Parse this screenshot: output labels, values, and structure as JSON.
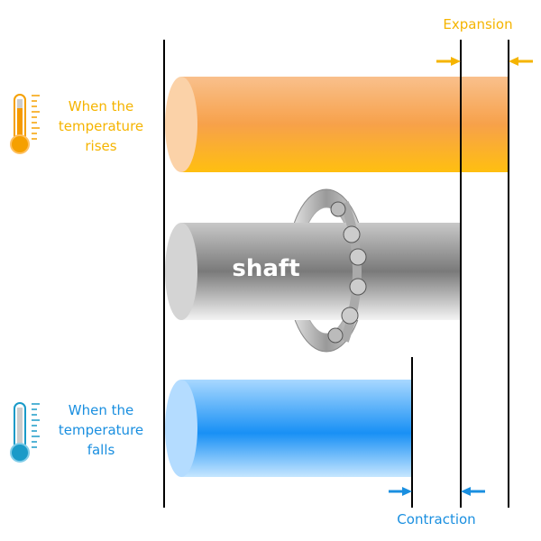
{
  "labels": {
    "expansion": "Expansion",
    "contraction": "Contraction",
    "rise": [
      "When the",
      "temperature",
      "rises"
    ],
    "fall": [
      "When the",
      "temperature",
      "falls"
    ],
    "shaft": "shaft"
  },
  "colors": {
    "orange": "#f5b400",
    "blue": "#1a8fe0"
  }
}
